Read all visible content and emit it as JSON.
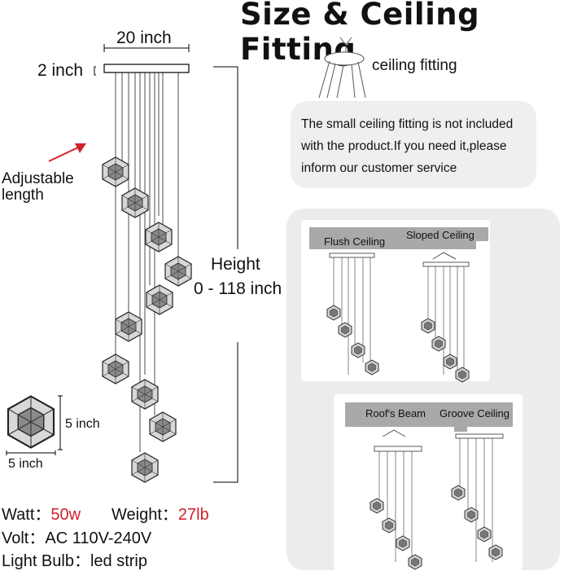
{
  "title": "Size & Ceiling Fitting",
  "dimensions": {
    "width_label": "20 inch",
    "canopy_label": "2 inch",
    "adjustable_label_line1": "Adjustable",
    "adjustable_label_line2": "length",
    "height_label_line1": "Height",
    "height_label_line2": "0 - 118 inch",
    "shade_height_label": "5 inch",
    "shade_width_label": "5 inch"
  },
  "ceiling": {
    "fitting_label": "ceiling fitting",
    "note": "The small ceiling fitting is not included with the product.If you need it,please inform our customer service",
    "flush_label": "Flush Ceiling",
    "sloped_label": "Sloped Ceiling",
    "beam_label": "Roof's Beam",
    "groove_label": "Groove Ceiling"
  },
  "specs": {
    "watt_label": "Watt：",
    "watt_value": "50w",
    "weight_label": "Weight：",
    "weight_value": "27lb",
    "volt_label": "Volt：",
    "volt_value": "AC 110V-240V",
    "bulb_label": "Light Bulb：",
    "bulb_value": "led strip"
  },
  "colors": {
    "accent_red": "#d0202a",
    "panel_gray": "#ececec",
    "ceiling_gray": "#a9a9a9"
  }
}
